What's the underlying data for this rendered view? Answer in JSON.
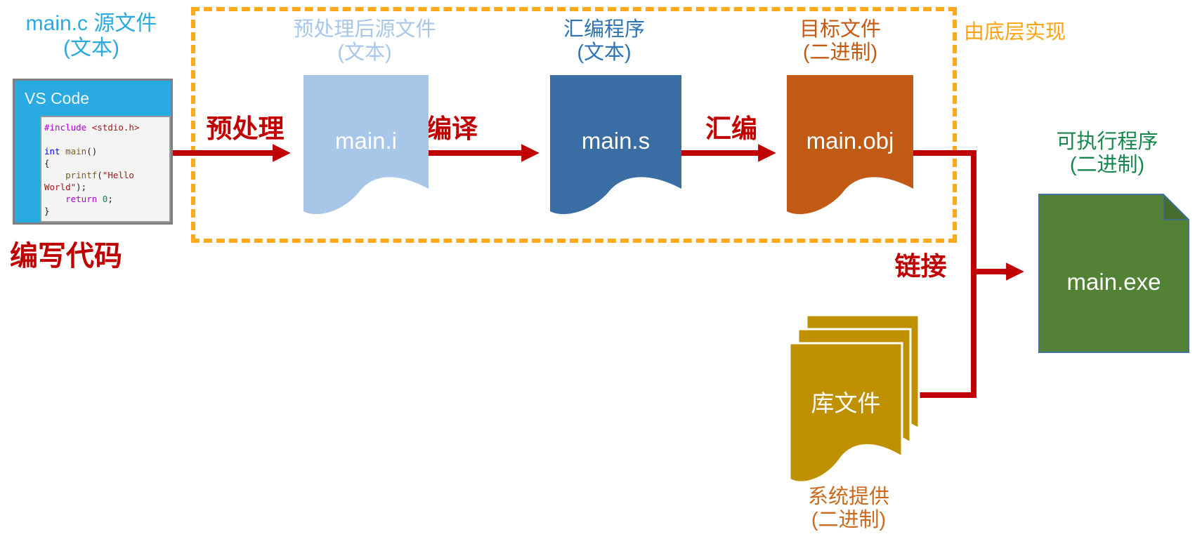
{
  "source": {
    "title_line1": "main.c 源文件",
    "title_line2": "(文本)",
    "caption": "编写代码"
  },
  "vscode": {
    "title": "VS Code",
    "code_colors": {
      "preproc": "#AF00DB",
      "string": "#A31515",
      "keyword": "#0000FF",
      "func": "#795E26",
      "number": "#098658",
      "plain": "#1E1E1E"
    },
    "code_lines": [
      [
        {
          "t": "#include",
          "c": "preproc"
        },
        {
          "t": " ",
          "c": "plain"
        },
        {
          "t": "<stdio.h>",
          "c": "string"
        }
      ],
      [],
      [
        {
          "t": "int",
          "c": "keyword"
        },
        {
          "t": " ",
          "c": "plain"
        },
        {
          "t": "main",
          "c": "func"
        },
        {
          "t": "()",
          "c": "plain"
        }
      ],
      [
        {
          "t": "{",
          "c": "plain"
        }
      ],
      [
        {
          "t": "    ",
          "c": "plain"
        },
        {
          "t": "printf",
          "c": "func"
        },
        {
          "t": "(",
          "c": "plain"
        },
        {
          "t": "\"Hello",
          "c": "string"
        }
      ],
      [
        {
          "t": "World\"",
          "c": "string"
        },
        {
          "t": ");",
          "c": "plain"
        }
      ],
      [
        {
          "t": "    ",
          "c": "plain"
        },
        {
          "t": "return",
          "c": "preproc"
        },
        {
          "t": " ",
          "c": "plain"
        },
        {
          "t": "0",
          "c": "number"
        },
        {
          "t": ";",
          "c": "plain"
        }
      ],
      [
        {
          "t": "}",
          "c": "plain"
        }
      ]
    ]
  },
  "dashed_group": {
    "label": "由底层实现",
    "border_color": "#FFAA1D"
  },
  "pipeline": {
    "stages": [
      {
        "header_line1": "预处理后源文件",
        "header_line2": "(文本)",
        "file": "main.i",
        "fill": "#A8C6E7",
        "header_color": "#A9C7E9"
      },
      {
        "header_line1": "汇编程序",
        "header_line2": "(文本)",
        "file": "main.s",
        "fill": "#396DA4",
        "header_color": "#2E74B5"
      },
      {
        "header_line1": "目标文件",
        "header_line2": "(二进制)",
        "file": "main.obj",
        "fill": "#C05A15",
        "header_color": "#C55A11"
      }
    ],
    "arrows": [
      {
        "label": "预处理"
      },
      {
        "label": "编译"
      },
      {
        "label": "汇编"
      },
      {
        "label": "链接"
      }
    ],
    "arrow_color": "#C00000"
  },
  "library": {
    "file": "库文件",
    "fill": "#BF9000",
    "caption_line1": "系统提供",
    "caption_line2": "(二进制)"
  },
  "output": {
    "header_line1": "可执行程序",
    "header_line2": "(二进制)",
    "file": "main.exe",
    "fill": "#538135",
    "border_color": "#41719C",
    "header_color": "#17874E"
  }
}
